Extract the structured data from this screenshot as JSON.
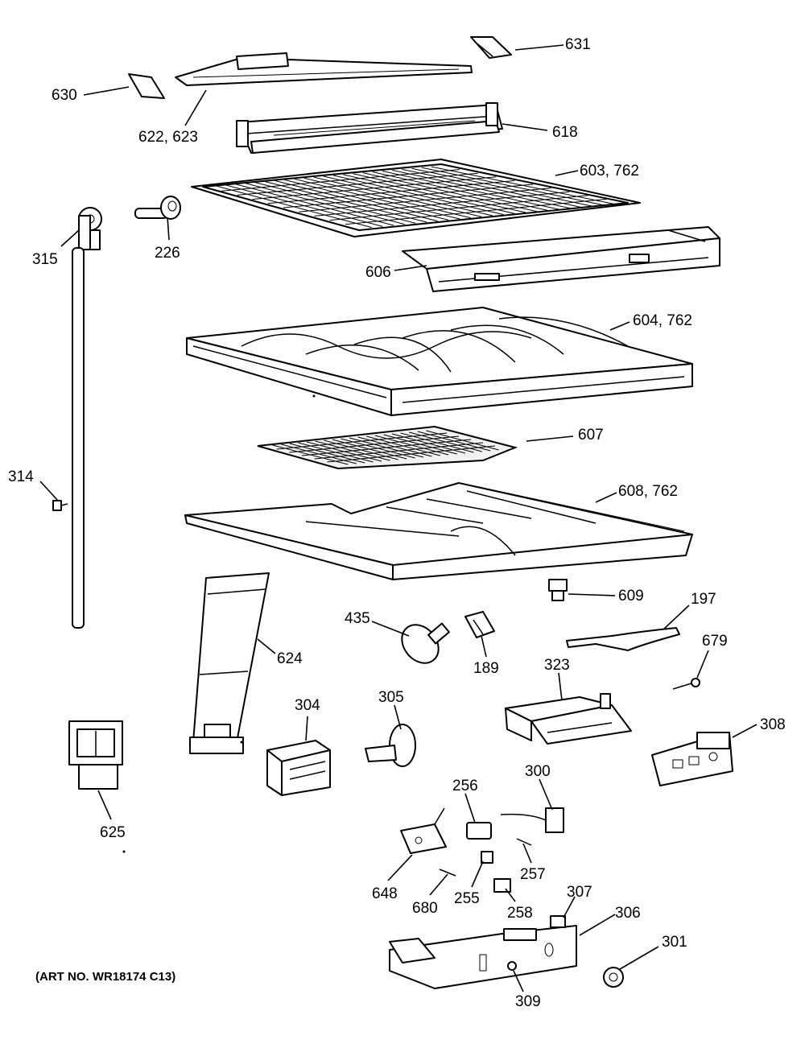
{
  "callouts": {
    "c631": "631",
    "c630": "630",
    "c622": "622, 623",
    "c618": "618",
    "c603": "603, 762",
    "c315": "315",
    "c226": "226",
    "c606": "606",
    "c604": "604, 762",
    "c607": "607",
    "c314": "314",
    "c608": "608, 762",
    "c609": "609",
    "c197": "197",
    "c435": "435",
    "c624": "624",
    "c189": "189",
    "c679": "679",
    "c323": "323",
    "c304": "304",
    "c305": "305",
    "c308": "308",
    "c625": "625",
    "c256": "256",
    "c300": "300",
    "c257": "257",
    "c648": "648",
    "c680": "680",
    "c255": "255",
    "c258": "258",
    "c307": "307",
    "c306": "306",
    "c301": "301",
    "c309": "309"
  },
  "art_number": "(ART NO. WR18174 C13)"
}
